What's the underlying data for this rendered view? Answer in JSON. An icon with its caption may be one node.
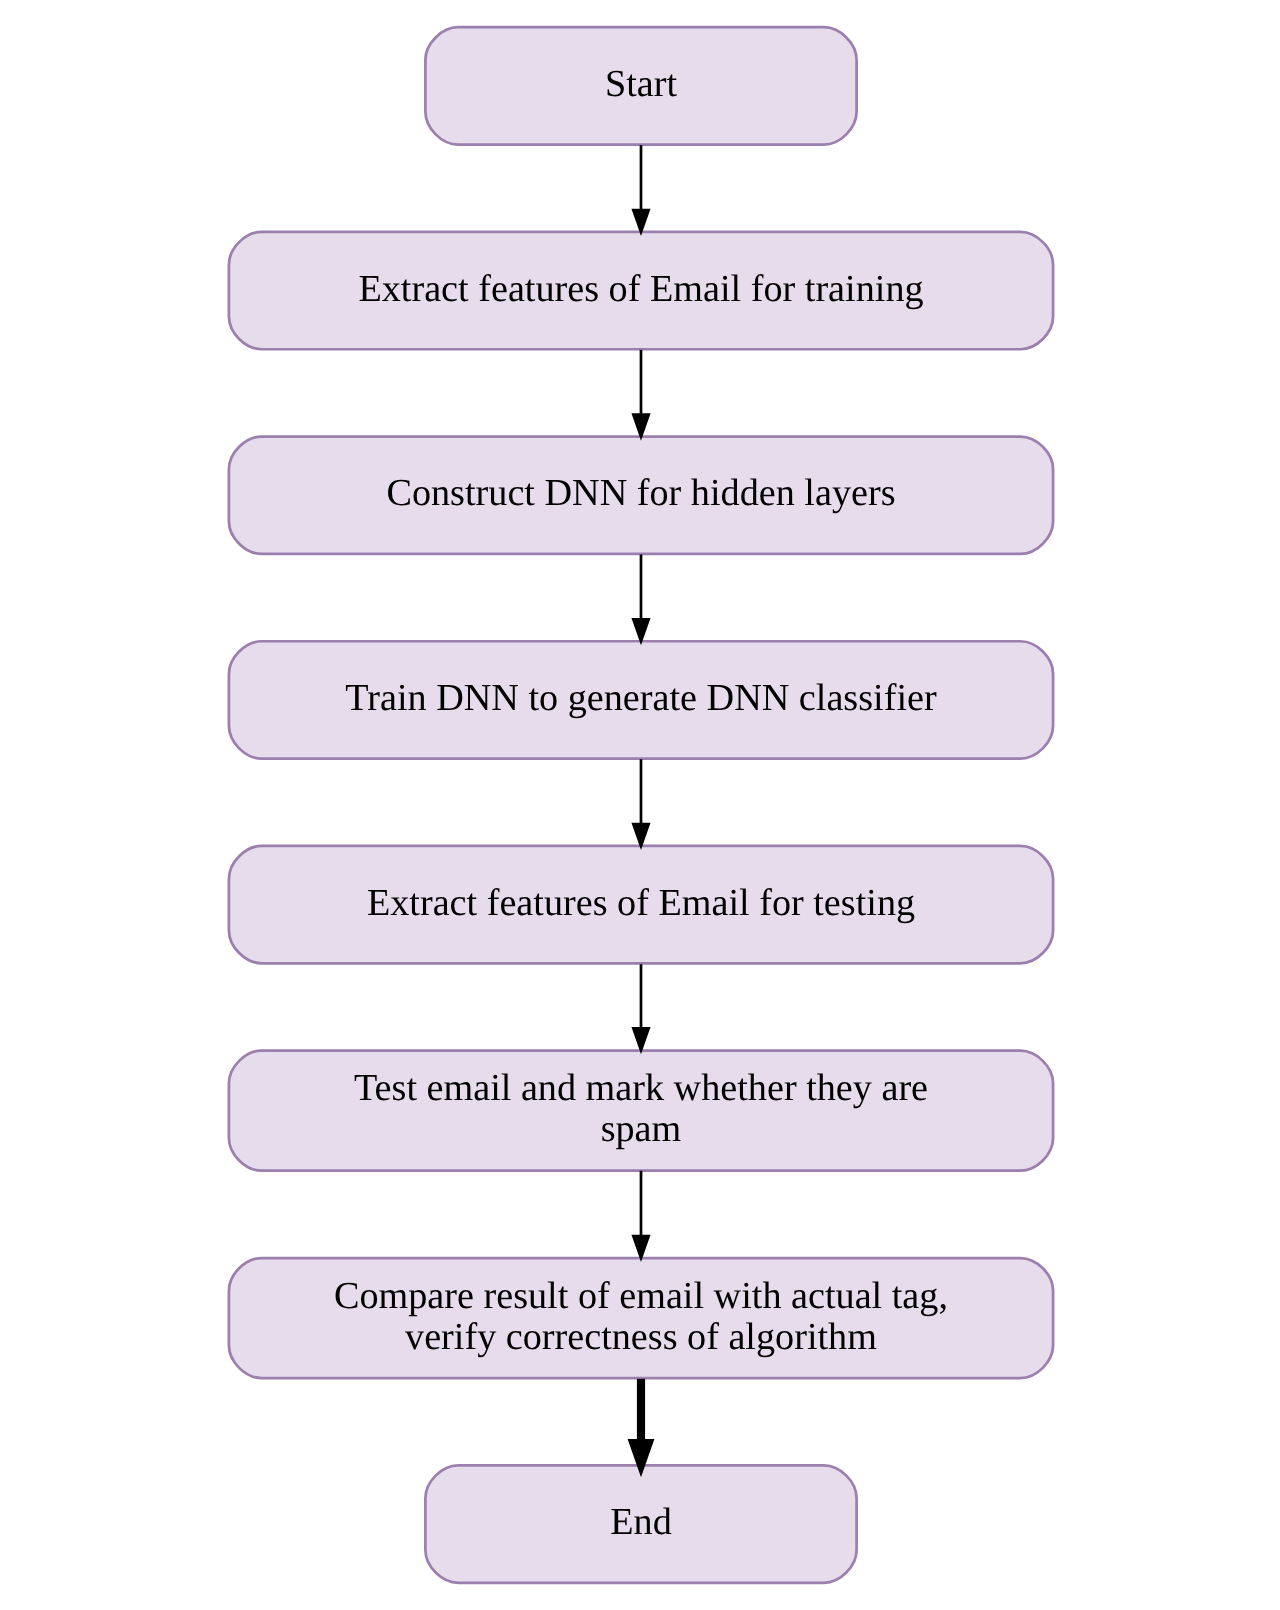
{
  "diagram": {
    "nodes": [
      {
        "text": [
          "Start"
        ]
      },
      {
        "text": [
          "Extract features of Email for training"
        ]
      },
      {
        "text": [
          "Construct DNN for hidden layers"
        ]
      },
      {
        "text": [
          "Train DNN to generate DNN classifier"
        ]
      },
      {
        "text": [
          "Extract features of Email for testing"
        ]
      },
      {
        "text": [
          "Test email and mark whether they are spam"
        ]
      },
      {
        "text": [
          "Compare result of email with actual tag, verify correctness of algorithm"
        ]
      },
      {
        "text": [
          "End"
        ]
      }
    ],
    "edges": [
      {
        "from": 0,
        "to": 1,
        "arrow": "to"
      },
      {
        "from": 1,
        "to": 2,
        "arrow": "to"
      },
      {
        "from": 2,
        "to": 3,
        "arrow": "to"
      },
      {
        "from": 3,
        "to": 4,
        "arrow": "to"
      },
      {
        "from": 4,
        "to": 5,
        "arrow": "to"
      },
      {
        "from": 5,
        "to": 6,
        "arrow": "to"
      },
      {
        "from": 6,
        "to": 7,
        "arrow": "to",
        "style": "thick"
      }
    ]
  }
}
